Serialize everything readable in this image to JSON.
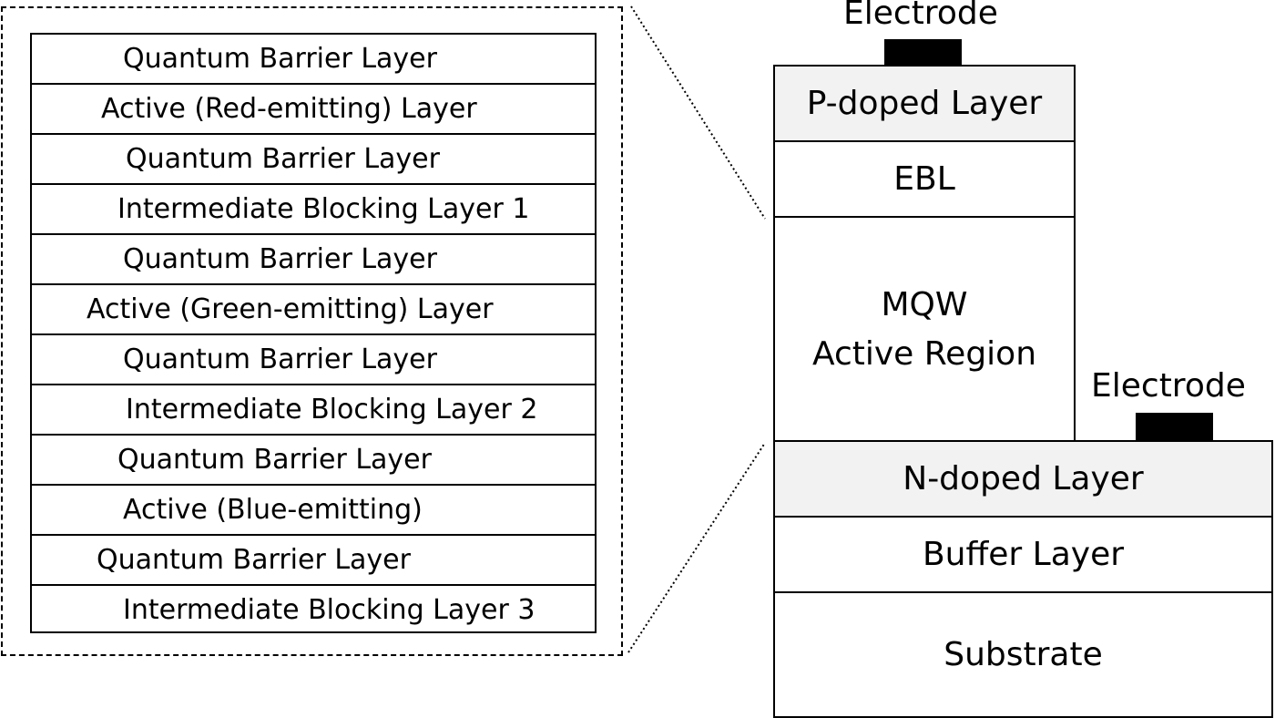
{
  "mqw_stack": {
    "layers": [
      "Quantum Barrier Layer",
      "Active (Red-emitting) Layer",
      "Quantum Barrier Layer",
      "Intermediate Blocking Layer 1",
      "Quantum Barrier Layer",
      "Active (Green-emitting) Layer",
      "Quantum Barrier Layer",
      "Intermediate Blocking Layer 2",
      "Quantum Barrier Layer",
      "Active (Blue-emitting)",
      "Quantum Barrier Layer",
      "Intermediate Blocking Layer 3"
    ]
  },
  "device": {
    "top_electrode_label": "Electrode",
    "side_electrode_label": "Electrode",
    "p_doped": "P-doped Layer",
    "ebl": "EBL",
    "mqw_line1": "MQW",
    "mqw_line2": "Active Region",
    "n_doped": "N-doped Layer",
    "buffer": "Buffer Layer",
    "substrate": "Substrate"
  },
  "colors": {
    "shaded_layer": "#f2f2f2",
    "outline": "#000000",
    "electrode": "#000000"
  }
}
